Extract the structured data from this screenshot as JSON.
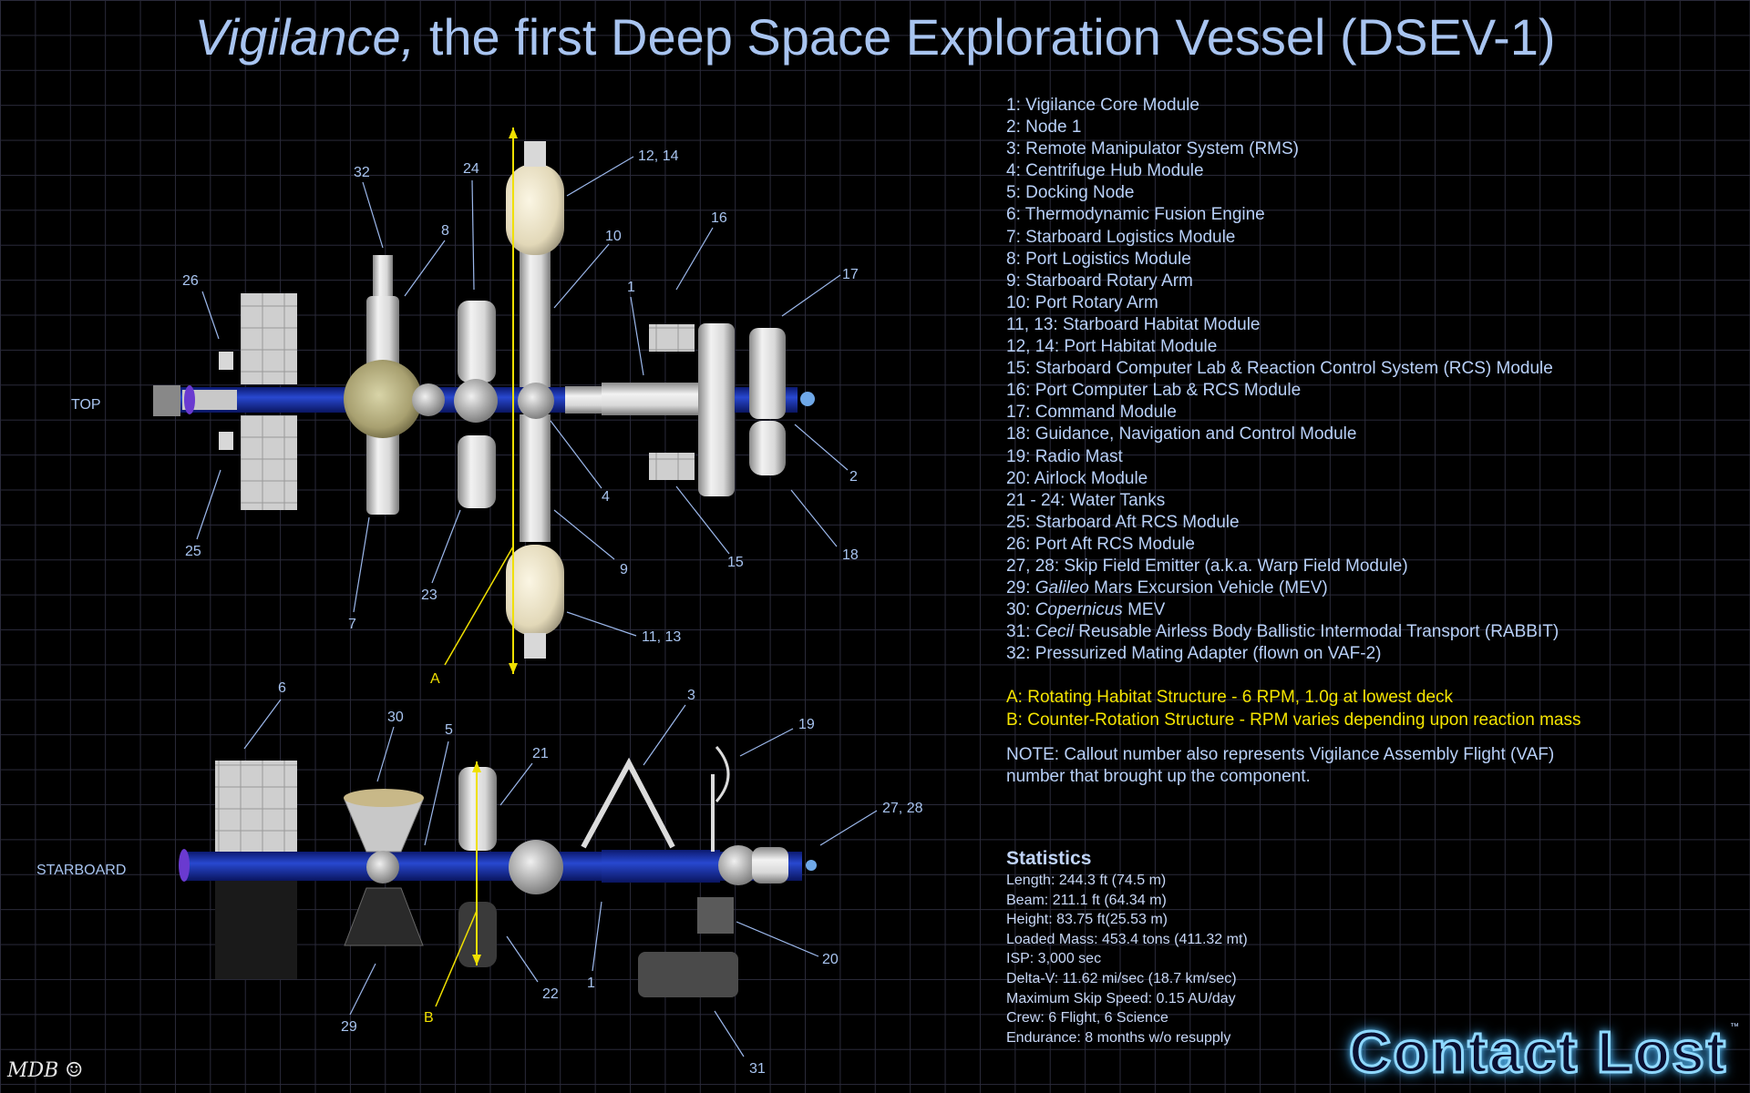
{
  "title": {
    "italic": "Vigilance,",
    "rest": " the first Deep Space Exploration Vessel (DSEV-1)"
  },
  "views": {
    "top": "TOP",
    "starboard": "STARBOARD"
  },
  "callouts_top": [
    "32",
    "24",
    "12, 14",
    "10",
    "16",
    "17",
    "8",
    "26",
    "1",
    "2",
    "18",
    "15",
    "9",
    "4",
    "23",
    "7",
    "25",
    "11, 13",
    "A"
  ],
  "callouts_starboard": [
    "6",
    "30",
    "5",
    "21",
    "3",
    "19",
    "27, 28",
    "20",
    "31",
    "1",
    "22",
    "29",
    "B"
  ],
  "legend": [
    "1: Vigilance Core Module",
    "2: Node 1",
    "3: Remote Manipulator System (RMS)",
    "4: Centrifuge Hub Module",
    "5: Docking Node",
    "6: Thermodynamic Fusion Engine",
    "7: Starboard Logistics Module",
    "8: Port Logistics Module",
    "9: Starboard Rotary Arm",
    "10: Port Rotary Arm",
    "11, 13: Starboard Habitat Module",
    "12, 14: Port Habitat Module",
    "15: Starboard Computer Lab & Reaction Control System (RCS) Module",
    "16: Port Computer Lab & RCS Module",
    "17: Command Module",
    "18: Guidance, Navigation and Control Module",
    "19: Radio Mast",
    "20: Airlock Module",
    "21 - 24: Water Tanks",
    "25: Starboard Aft RCS Module",
    "26: Port Aft RCS Module",
    "27, 28: Skip Field Emitter (a.k.a. Warp Field Module)"
  ],
  "legend_italic": [
    {
      "prefix": "29: ",
      "italic": "Galileo",
      "suffix": " Mars Excursion Vehicle (MEV)"
    },
    {
      "prefix": "30: ",
      "italic": "Copernicus",
      "suffix": " MEV"
    },
    {
      "prefix": "31: ",
      "italic": "Cecil",
      "suffix": " Reusable Airless Body Ballistic Intermodal Transport (RABBIT)"
    }
  ],
  "legend_last": "32: Pressurized Mating Adapter (flown on VAF-2)",
  "structures": [
    "A: Rotating Habitat Structure - 6 RPM, 1.0g at lowest deck",
    "B: Counter-Rotation Structure - RPM varies depending upon reaction mass"
  ],
  "note": [
    "NOTE: Callout number also represents Vigilance Assembly Flight (VAF)",
    "number that brought up the component."
  ],
  "statistics": {
    "heading": "Statistics",
    "lines": [
      "Length: 244.3 ft (74.5 m)",
      "Beam: 211.1 ft (64.34 m)",
      "Height: 83.75 ft(25.53 m)",
      "Loaded Mass: 453.4 tons (411.32 mt)",
      "ISP: 3,000 sec",
      "Delta-V: 11.62 mi/sec (18.7 km/sec)",
      "Maximum Skip Speed: 0.15 AU/day",
      "Crew: 6 Flight, 6 Science",
      "Endurance: 8 months w/o resupply"
    ]
  },
  "logo": "Contact Lost",
  "trademark": "™",
  "signature": "MDB ☺",
  "colors": {
    "label": "#a8c4f0",
    "highlight": "#f0e000",
    "module_white": "#e8e8e8",
    "module_blue": "#1a2fa0",
    "background": "#000000"
  }
}
